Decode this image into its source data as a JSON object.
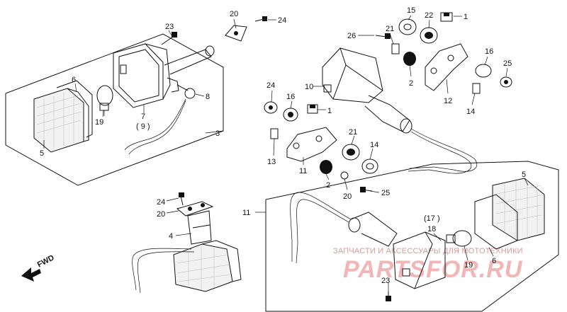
{
  "callouts": [
    {
      "id": "c-1a",
      "text": "1"
    },
    {
      "id": "c-1b",
      "text": "1"
    },
    {
      "id": "c-2a",
      "text": "2"
    },
    {
      "id": "c-2b",
      "text": "2"
    },
    {
      "id": "c-3",
      "text": "3"
    },
    {
      "id": "c-4",
      "text": "4"
    },
    {
      "id": "c-5a",
      "text": "5"
    },
    {
      "id": "c-5b",
      "text": "5"
    },
    {
      "id": "c-6a",
      "text": "6"
    },
    {
      "id": "c-6b",
      "text": "6"
    },
    {
      "id": "c-7",
      "text": "7"
    },
    {
      "id": "c-8",
      "text": "8"
    },
    {
      "id": "c-10",
      "text": "10"
    },
    {
      "id": "c-11",
      "text": "11"
    },
    {
      "id": "c-12",
      "text": "12"
    },
    {
      "id": "c-13",
      "text": "13"
    },
    {
      "id": "c-14a",
      "text": "14"
    },
    {
      "id": "c-14b",
      "text": "14"
    },
    {
      "id": "c-15a",
      "text": "15"
    },
    {
      "id": "c-15b",
      "text": "15"
    },
    {
      "id": "c-16a",
      "text": "16"
    },
    {
      "id": "c-16b",
      "text": "16"
    },
    {
      "id": "c-18",
      "text": "18"
    },
    {
      "id": "c-19a",
      "text": "19"
    },
    {
      "id": "c-19b",
      "text": "19"
    },
    {
      "id": "c-20a",
      "text": "20"
    },
    {
      "id": "c-20b",
      "text": "20"
    },
    {
      "id": "c-21a",
      "text": "21"
    },
    {
      "id": "c-21b",
      "text": "21"
    },
    {
      "id": "c-22a",
      "text": "22"
    },
    {
      "id": "c-22b",
      "text": "22"
    },
    {
      "id": "c-23a",
      "text": "23"
    },
    {
      "id": "c-23b",
      "text": "23"
    },
    {
      "id": "c-24a",
      "text": "24"
    },
    {
      "id": "c-24b",
      "text": "24"
    },
    {
      "id": "c-25a",
      "text": "25"
    },
    {
      "id": "c-25b",
      "text": "25"
    },
    {
      "id": "c-26a",
      "text": "26"
    },
    {
      "id": "c-26b",
      "text": "26"
    }
  ],
  "paren_labels": [
    {
      "id": "p-9",
      "text": "( 9 )"
    },
    {
      "id": "p-17",
      "text": "(17 )"
    }
  ],
  "fwd_label": "FWD",
  "watermark": {
    "line1": "ЗАПЧАСТИ И АКСЕССУАРЫ ДЛЯ МОТОТЕХНИКИ",
    "line2": "PARTSFOR.RU"
  }
}
